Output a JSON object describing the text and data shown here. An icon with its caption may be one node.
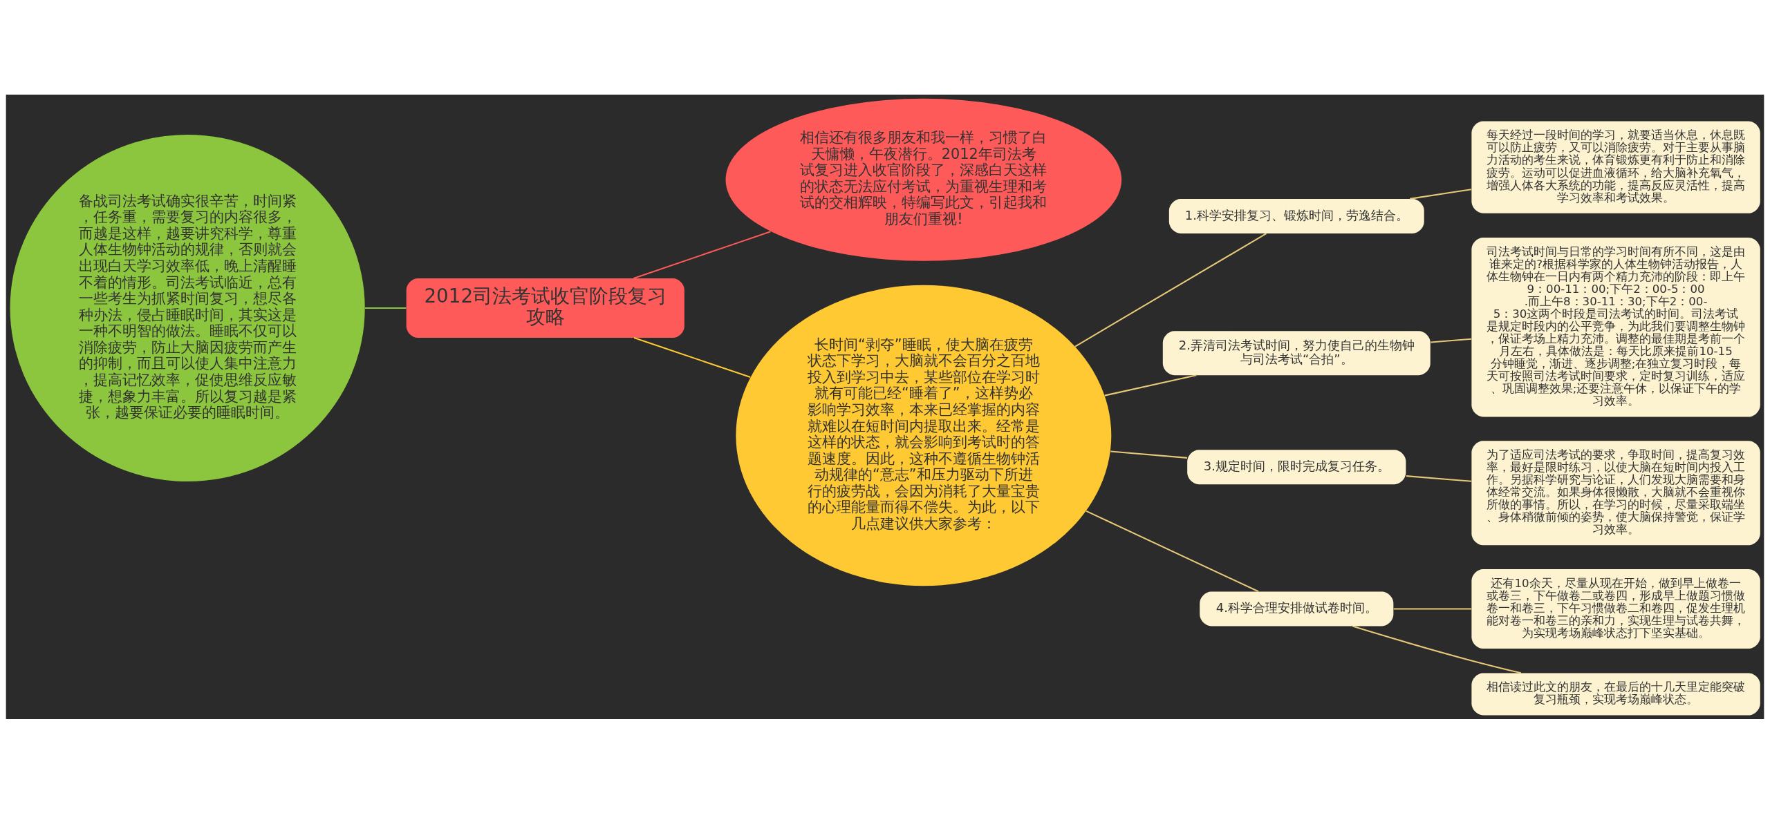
{
  "diagram": {
    "nodes": [
      {
        "text": [
          "2012司法考试收官阶段复习攻略"
        ]
      },
      {
        "text": [
          "备战司法考试确实很辛苦，时间紧，任务重，需要复习的内容很多，而越是这样，越要讲究科学，尊重人体生物钟活动的规律，否则就会出现白天学习效率低，晚上清醒睡不着的情形。司法考试临近，总有一些考生为抓紧时间复习，想尽各种办法，侵占睡眠时间，其实这是一种不明智的做法。睡眠不仅可以消除疲劳，防止大脑因疲劳而产生的抑制，而且可以使人集中注意力，提高记忆效率，促使思维反应敏捷，想象力丰富。所以复习越是紧张，越要保证必要的睡眠时间。"
        ]
      },
      {
        "text": [
          "相信还有很多朋友和我一样，习惯了白天慵懒，午夜潜行。2012年司法考试复习进入收官阶段了，深感白天这样的状态无法应付考试，为重视生理和考试的交相辉映，特编写此文，引起我和朋友们重视!"
        ]
      },
      {
        "text": [
          "长时间“剥夺”睡眠，使大脑在疲劳状态下学习，大脑就不会百分之百地投入到学习中去，某些部位在学习时就有可能已经“睡着了”，这样势必影响学习效率，本来已经掌握的内容就难以在短时间内提取出来。经常是这样的状态，就会影响到考试时的答题速度。因此，这种不遵循生物钟活动规律的“意志”和压力驱动下所进行的疲劳战，会因为消耗了大量宝贵的心理能量而得不偿失。为此，以下几点建议供大家参考："
        ]
      },
      {
        "text": [
          "1.科学安排复习、锻炼时间，劳逸结合。"
        ]
      },
      {
        "text": [
          "每天经过一段时间的学习，就要适当休息，休息既可以防止疲劳，又可以消除疲劳。对于主要从事脑力活动的考生来说，体育锻炼更有利于防止和消除疲劳。运动可以促进血液循环，给大脑补充氧气，增强人体各大系统的功能，提高反应灵活性，提高学习效率和考试效果。"
        ]
      },
      {
        "text": [
          "2.弄清司法考试时间，努力使自己的生物钟与司法考试“合拍”。"
        ]
      },
      {
        "text": [
          "司法考试时间与日常的学习时间有所不同，这是由谁来定的?根据科学家的人体生物钟活动报告，人体生物钟在一日内有两个精力充沛的阶段：即上午9：00-11：00;下午2：00-5：00.而上午8：30-11：30;下午2：00-5：30这两个时段是司法考试的时间。司法考试是规定时段内的公平竞争，为此我们要调整生物钟，保证考场上精力充沛。调整的最佳期是考前一个月左右，具体做法是：每天比原来提前10-15分钟睡觉，渐进、逐步调整;在独立复习时段，每天可按照司法考试时间要求，定时复习训练，适应、巩固调整效果;还要注意午休，以保证下午的学习效率。"
        ]
      },
      {
        "text": [
          "3.规定时间，限时完成复习任务。"
        ]
      },
      {
        "text": [
          "为了适应司法考试的要求，争取时间，提高复习效率，最好是限时练习，以使大脑在短时间内投入工作。另据科学研究与论证，人们发现大脑需要和身体经常交流。如果身体很懒散，大脑就不会重视你所做的事情。所以，在学习的时候，尽量采取端坐、身体稍微前倾的姿势，使大脑保持警觉，保证学习效率。"
        ]
      },
      {
        "text": [
          "4.科学合理安排做试卷时间。"
        ]
      },
      {
        "text": [
          "还有10余天，尽量从现在开始，做到早上做卷一或卷三，下午做卷二或卷四，形成早上做题习惯做卷一和卷三，下午习惯做卷二和卷四，促发生理机能对卷一和卷三的亲和力，实现生理与试卷共舞，为实现考场巅峰状态打下坚实基础。"
        ]
      },
      {
        "text": [
          "相信读过此文的朋友，在最后的十几天里定能突破复习瓶颈，实现考场巅峰状态。"
        ]
      }
    ],
    "edges": [
      {
        "from": 0,
        "to": 1,
        "arrow": "none",
        "color": "#8cc63f"
      },
      {
        "from": 0,
        "to": 2,
        "arrow": "none",
        "color": "#ff5a5a"
      },
      {
        "from": 0,
        "to": 3,
        "arrow": "none",
        "color": "#ffc933"
      },
      {
        "from": 3,
        "to": 4,
        "arrow": "none"
      },
      {
        "from": 3,
        "to": 6,
        "arrow": "none"
      },
      {
        "from": 3,
        "to": 8,
        "arrow": "none"
      },
      {
        "from": 3,
        "to": 10,
        "arrow": "none"
      },
      {
        "from": 4,
        "to": 5,
        "arrow": "none"
      },
      {
        "from": 6,
        "to": 7,
        "arrow": "none"
      },
      {
        "from": 8,
        "to": 9,
        "arrow": "none"
      },
      {
        "from": 10,
        "to": 11,
        "arrow": "none"
      },
      {
        "from": 10,
        "to": 12,
        "arrow": "none"
      }
    ]
  }
}
